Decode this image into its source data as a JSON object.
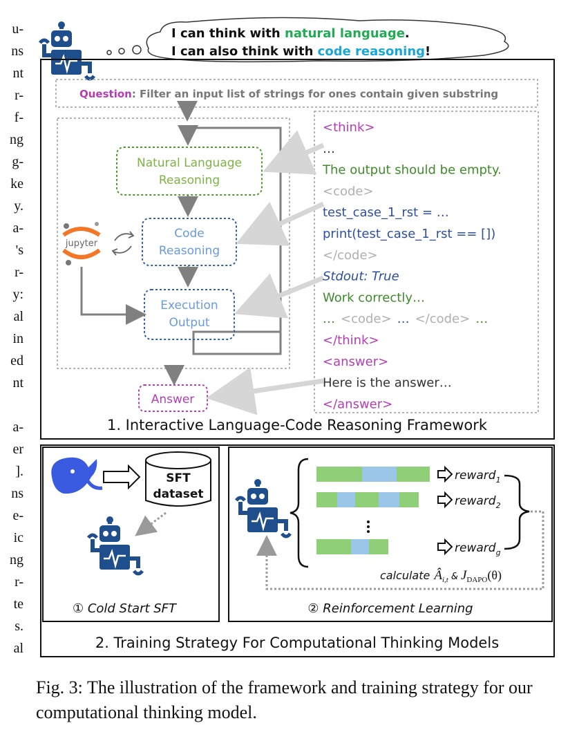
{
  "left_fragments": [
    "u-",
    "ns",
    "nt",
    "r-",
    "f-",
    "ng",
    "g-",
    "ke",
    "y.",
    "a-",
    "'s",
    "r-",
    "y:",
    "al",
    "in",
    "ed",
    "nt",
    "a-",
    "er",
    "].",
    "ns",
    "e-",
    "ic",
    "ng",
    "r-",
    "te",
    "s.",
    "al"
  ],
  "bubble": {
    "line1_prefix": "I can think with ",
    "line1_highlight": "natural language",
    "line1_suffix": ".",
    "line2_prefix": "I can also think with ",
    "line2_highlight": "code reasoning",
    "line2_suffix": "!"
  },
  "question": {
    "label": "Question",
    "text": ": Filter an input list of strings for ones contain given substring"
  },
  "nodes": {
    "nl": [
      "Natural Language",
      "Reasoning"
    ],
    "code": [
      "Code",
      "Reasoning"
    ],
    "exec": [
      "Execution",
      "Output"
    ],
    "answer": "Answer",
    "jupyter": "jupyter"
  },
  "trace": [
    {
      "text": "<think>",
      "color": "#b43cb4",
      "italic": false
    },
    {
      "text": "…",
      "color": "#333333",
      "italic": false
    },
    {
      "text": "The output should be empty.",
      "color": "#3f8a2a",
      "italic": false
    },
    {
      "text": "<code>",
      "color": "#b0b0b0",
      "italic": false
    },
    {
      "text": "test_case_1_rst = …",
      "color": "#2e4f9e",
      "italic": false
    },
    {
      "text": "print(test_case_1_rst == [])",
      "color": "#2e4f9e",
      "italic": false
    },
    {
      "text": "</code>",
      "color": "#b0b0b0",
      "italic": false
    },
    {
      "text": "Stdout: True",
      "color": "#2e4f9e",
      "italic": true
    },
    {
      "text": "Work correctly…",
      "color": "#3f8a2a",
      "italic": false
    },
    {
      "text": "…",
      "color": "#3f8a2a",
      "italic": false
    },
    {
      "text": "</think>",
      "color": "#b43cb4",
      "italic": false
    },
    {
      "text": "<answer>",
      "color": "#b43cb4",
      "italic": false
    },
    {
      "text": "Here is the answer…",
      "color": "#333333",
      "italic": false
    },
    {
      "text": "</answer>",
      "color": "#b43cb4",
      "italic": false
    }
  ],
  "trace_mixed_line": {
    "a": "…",
    "b": "<code>",
    "c": "…",
    "d": "</code>",
    "e": "…"
  },
  "framework_title": "1. Interactive Language-Code Reasoning Framework",
  "sft": {
    "db_line1": "SFT",
    "db_line2": "dataset",
    "label": "① Cold Start SFT"
  },
  "rl": {
    "rewards": [
      "reward",
      "reward",
      "reward"
    ],
    "reward_subs": [
      "1",
      "2",
      "g"
    ],
    "calc_prefix": "calculate",
    "calc_formula": "Â",
    "calc_sub": "i,t",
    "calc_amp": "&",
    "calc_J": "J",
    "calc_J_sub": "DAPO",
    "calc_theta": "(θ)",
    "label": "② Reinforcement Learning"
  },
  "training_title": "2. Training Strategy For Computational Thinking Models",
  "caption": "Fig. 3: The illustration of the framework and training strategy for our computational thinking model.",
  "colors": {
    "green": "#3f8a2a",
    "light_green": "#7cb342",
    "blue": "#2e5ea8",
    "light_blue": "#6a9ad8",
    "purple": "#b43cb4",
    "cyan": "#1aa6d6",
    "robot": "#1f4e8c",
    "bar_green": "#8fcf78",
    "bar_blue": "#9cc6e8"
  }
}
